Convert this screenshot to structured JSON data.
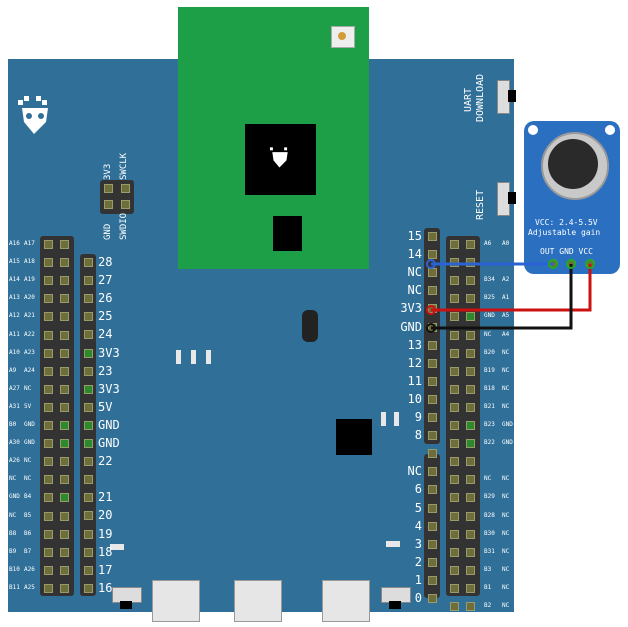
{
  "board": {
    "title_icon": "board-logo-icon",
    "module_icon": "module-logo-icon",
    "uart_label_1": "UART",
    "uart_label_2": "DOWNLOAD",
    "reset_label": "RESET",
    "swd_labels": [
      "3V3",
      "SWCLK",
      "GND",
      "SWDIO"
    ]
  },
  "left_pins": [
    "28",
    "27",
    "26",
    "25",
    "24",
    "3V3",
    "23",
    "3V3",
    "5V",
    "GND",
    "GND",
    "22",
    "",
    "21",
    "20",
    "19",
    "18",
    "17",
    "16"
  ],
  "left_side_labels": [
    [
      "A16",
      "A17"
    ],
    [
      "A15",
      "A18"
    ],
    [
      "A14",
      "A19"
    ],
    [
      "A13",
      "A20"
    ],
    [
      "A12",
      "A21"
    ],
    [
      "A11",
      "A22"
    ],
    [
      "A10",
      "A23"
    ],
    [
      "A9",
      "A24"
    ],
    [
      "A27",
      "NC"
    ],
    [
      "A31",
      "5V"
    ],
    [
      "B0",
      "GND"
    ],
    [
      "A30",
      "GND"
    ],
    [
      "A26",
      "NC"
    ],
    [
      "NC",
      "NC"
    ],
    [
      "GND",
      "B4"
    ],
    [
      "NC",
      "B5"
    ],
    [
      "B8",
      "B6"
    ],
    [
      "B9",
      "B7"
    ],
    [
      "B10",
      "A26"
    ],
    [
      "B11",
      "A25"
    ]
  ],
  "right_pins": [
    "15",
    "14",
    "NC",
    "NC",
    "3V3",
    "GND",
    "13",
    "12",
    "11",
    "10",
    "9",
    "8",
    "",
    "NC",
    "6",
    "5",
    "4",
    "3",
    "2",
    "1",
    "0"
  ],
  "right_side_labels": [
    [
      "A6",
      "A0"
    ],
    [
      "",
      ""
    ],
    [
      "B34",
      "A2"
    ],
    [
      "B25",
      "A1"
    ],
    [
      "GND",
      "A5"
    ],
    [
      "NC",
      "A4"
    ],
    [
      "B20",
      "NC"
    ],
    [
      "B19",
      "NC"
    ],
    [
      "B18",
      "NC"
    ],
    [
      "B21",
      "NC"
    ],
    [
      "B23",
      "GND"
    ],
    [
      "B22",
      "GND"
    ],
    [
      "",
      ""
    ],
    [
      "NC",
      "NC"
    ],
    [
      "B29",
      "NC"
    ],
    [
      "B28",
      "NC"
    ],
    [
      "B30",
      "NC"
    ],
    [
      "B31",
      "NC"
    ],
    [
      "B3",
      "NC"
    ],
    [
      "B1",
      "NC"
    ],
    [
      "B2",
      "NC"
    ]
  ],
  "mic": {
    "line1": "VCC: 2.4-5.5V",
    "line2": "Adjustable gain",
    "pins": "OUT GND VCC"
  },
  "colors": {
    "board": "#2f6f98",
    "module": "#1d9f48",
    "mic_board": "#2b6fc1",
    "wire_signal": "#2b63d6",
    "wire_gnd": "#111111",
    "wire_vcc": "#cc1111"
  }
}
